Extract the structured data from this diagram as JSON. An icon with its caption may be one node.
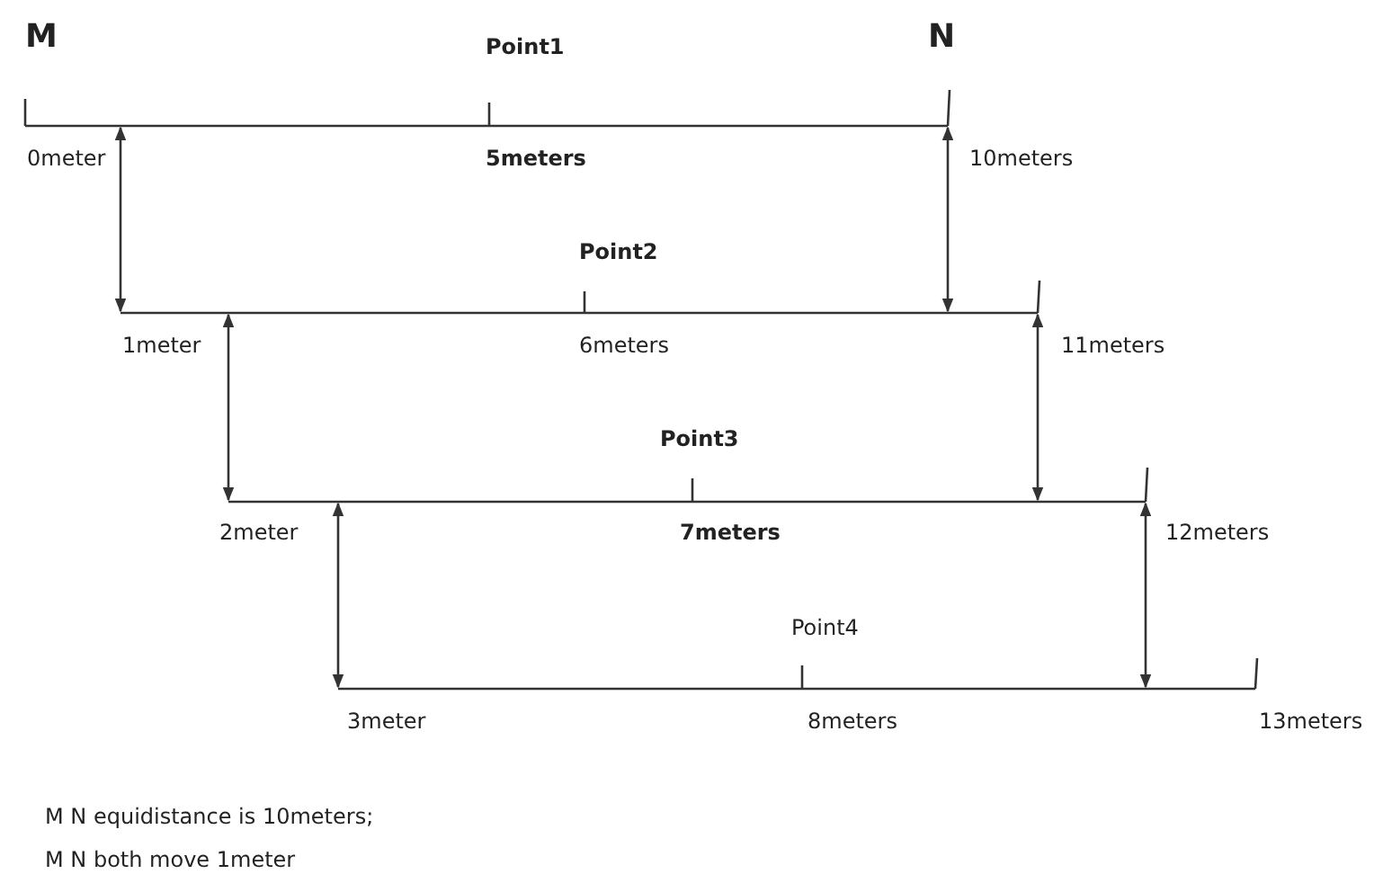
{
  "diagram": {
    "labels": [
      "M",
      "Point1",
      "N",
      "0meter",
      "5meters",
      "10meters",
      "Point2",
      "1meter",
      "6meters",
      "11meters",
      "Point3",
      "2meter",
      "7meters",
      "12meters",
      "Point4",
      "3meter",
      "8meters",
      "13meters",
      "M N equidistance is 10meters;",
      "M N both move 1meter"
    ]
  }
}
